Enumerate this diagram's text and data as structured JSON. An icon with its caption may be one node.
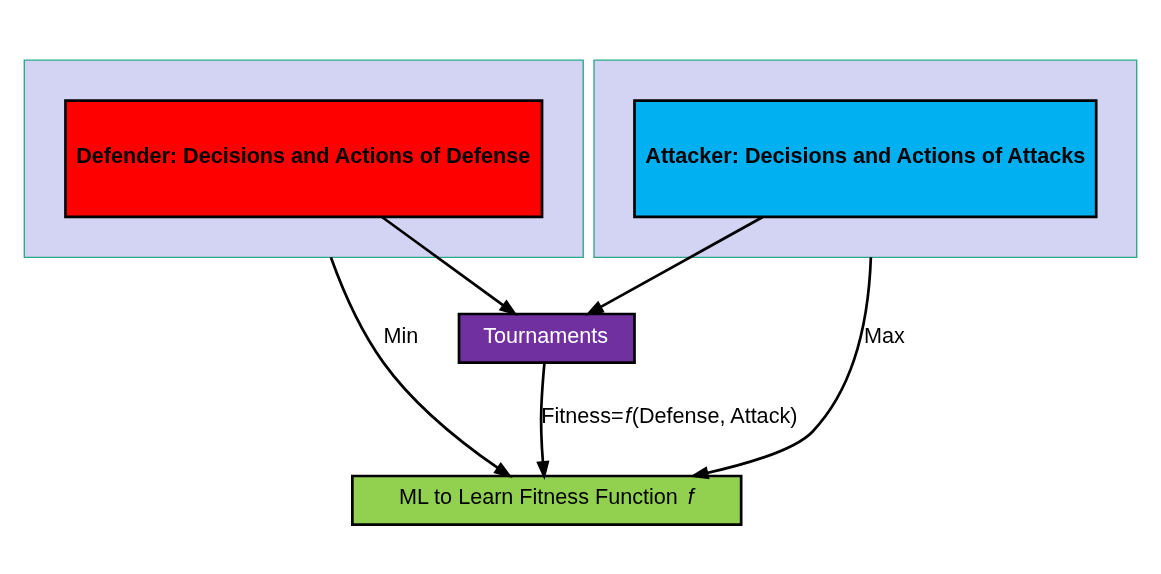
{
  "diagram": {
    "nodes": [
      {
        "text": [],
        "shape": "box"
      },
      {
        "text": [
          "Defender: Decisions and Actions of Defense"
        ],
        "in": 0
      },
      {
        "text": [
          "Tournaments"
        ]
      },
      {
        "text": [],
        "shape": "box"
      },
      {
        "text": [
          "Attacker: Decisions and Actions of Attacks"
        ],
        "in": 3
      },
      {
        "text": [
          "ML to Learn Fitness Function *f*"
        ]
      }
    ],
    "edges": [
      {
        "from": 1,
        "to": 2,
        "arrow": "to"
      },
      {
        "from": 4,
        "to": 2,
        "arrow": "to"
      },
      {
        "from": 2,
        "to": 5,
        "arrow": "to",
        "label": "Fitness=*f*(Defense, Attack)"
      },
      {
        "from": 0,
        "to": 5,
        "arrow": "to",
        "label": "Min"
      },
      {
        "from": 3,
        "to": 5,
        "arrow": "to",
        "label": "Max"
      }
    ]
  }
}
